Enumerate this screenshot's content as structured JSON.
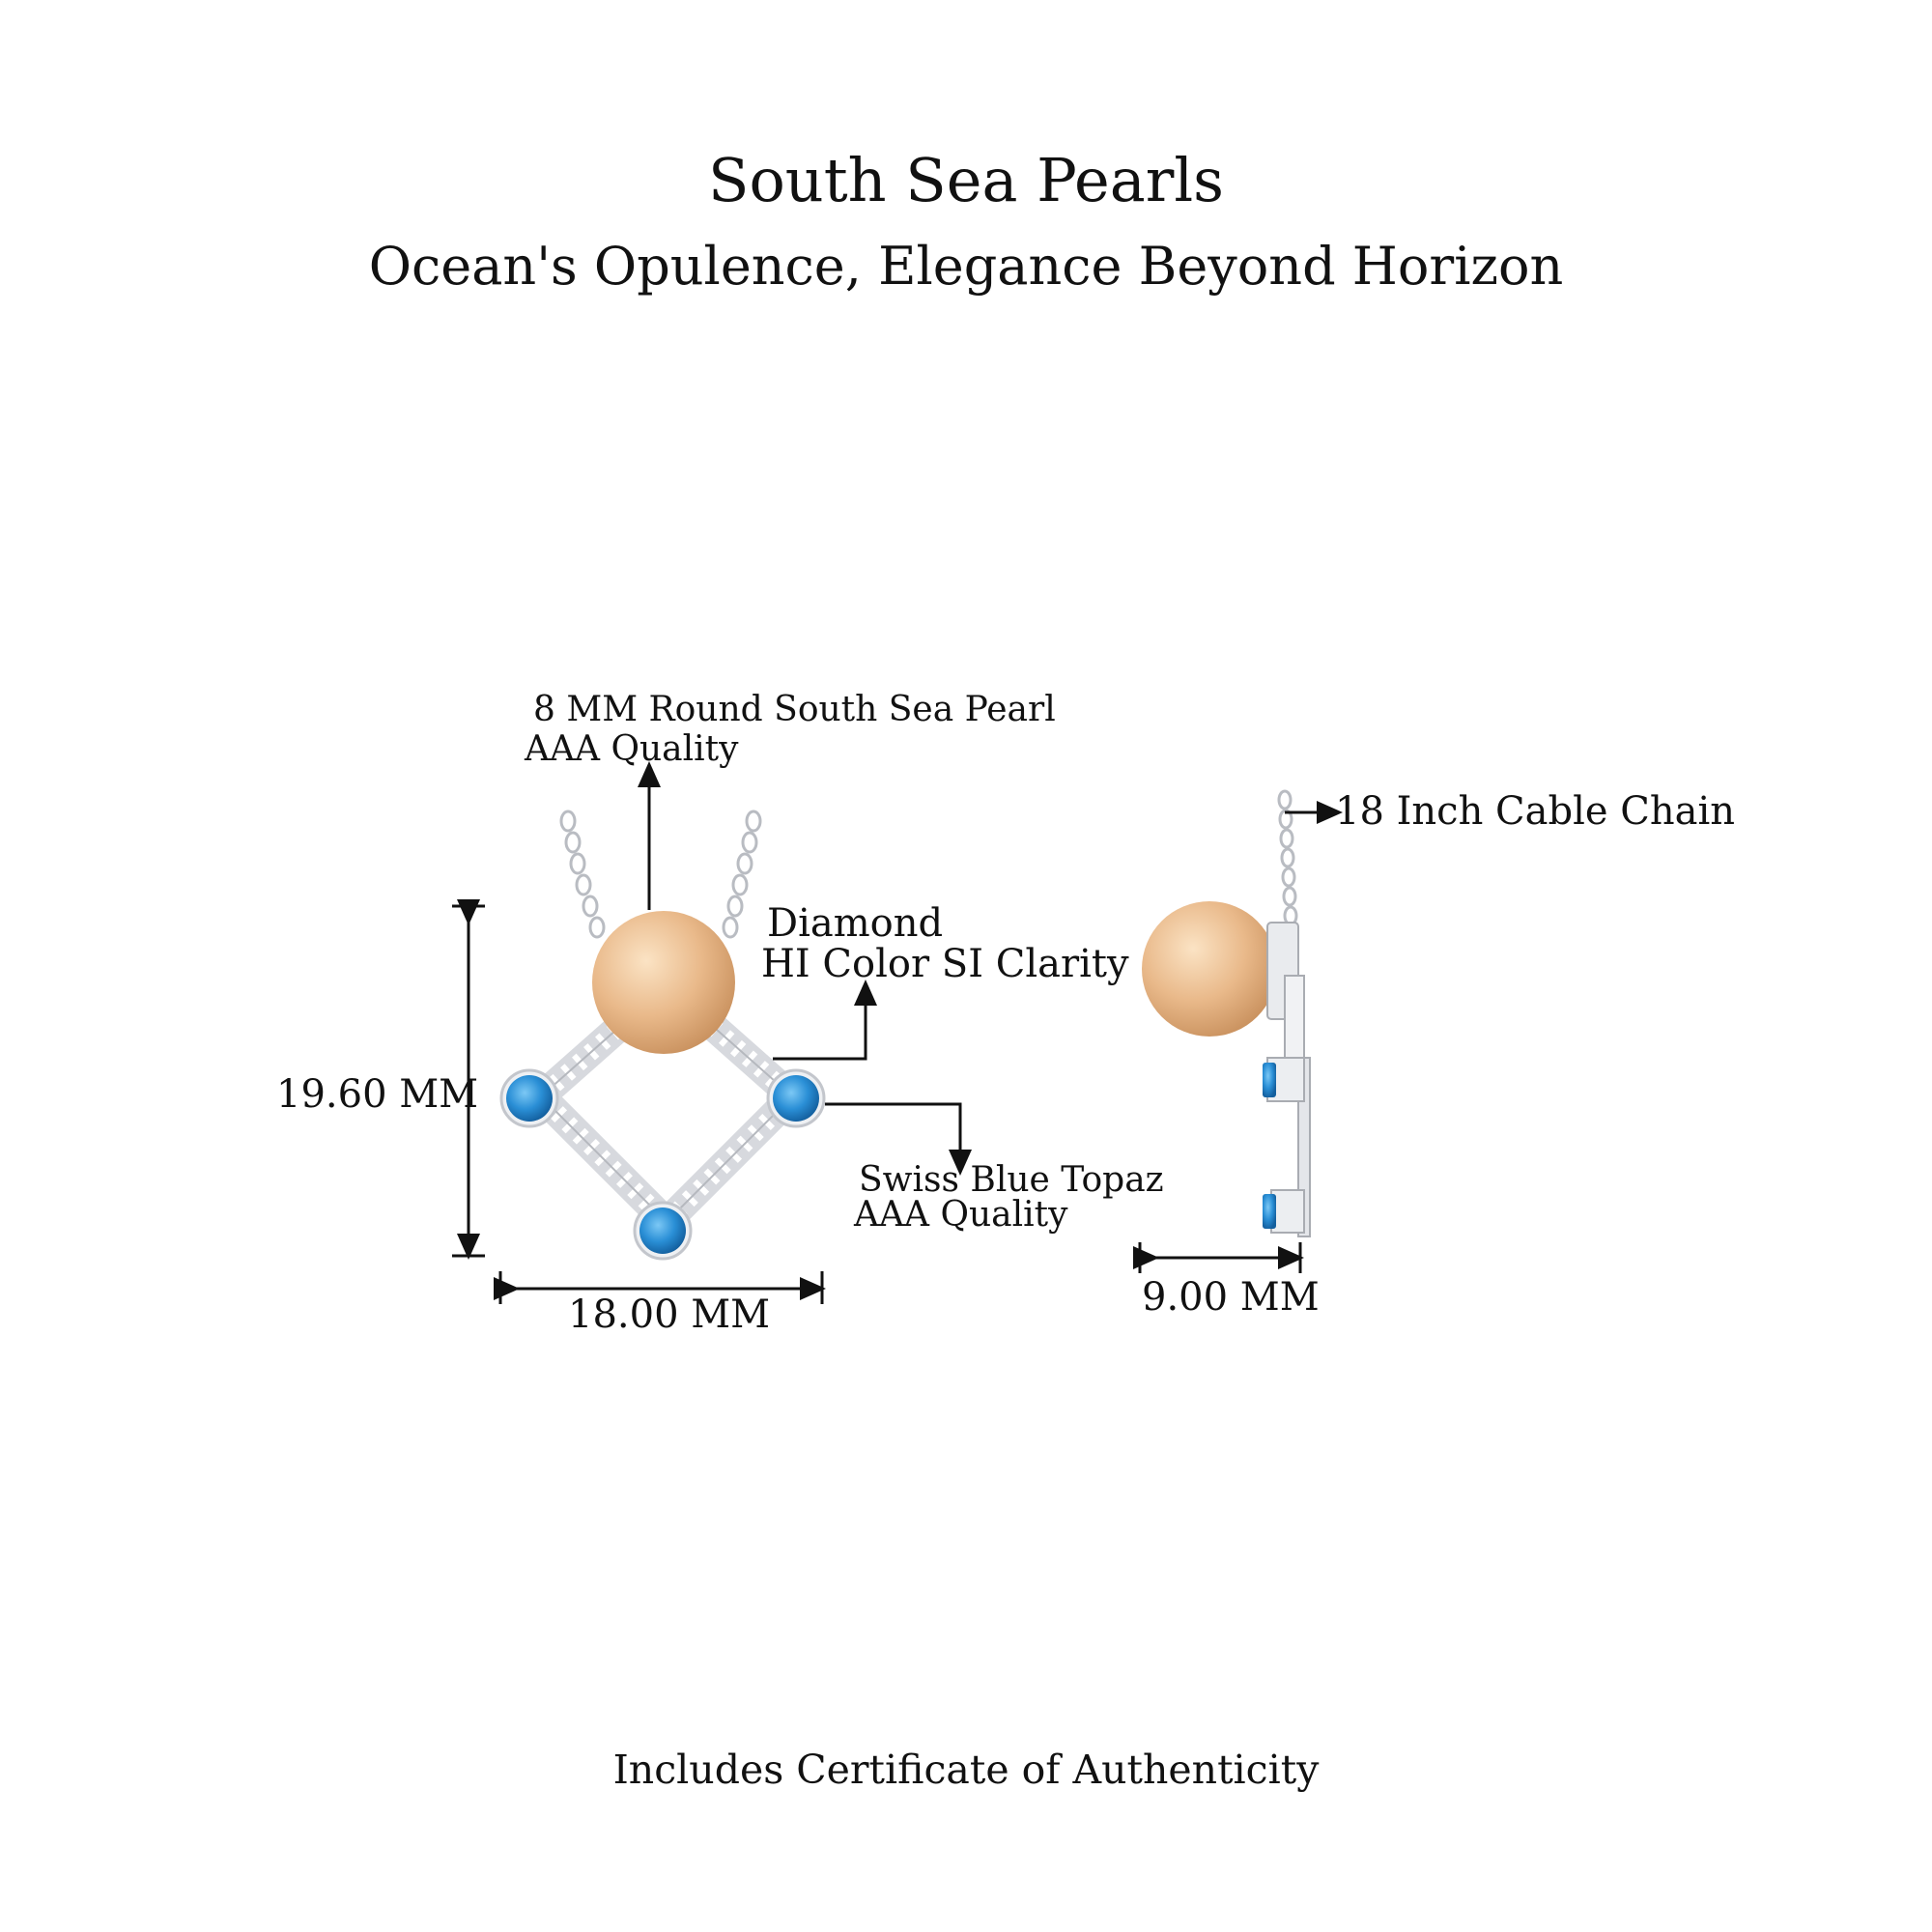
{
  "header": {
    "title": "South Sea Pearls",
    "subtitle": "Ocean's Opulence, Elegance Beyond Horizon"
  },
  "callouts": {
    "pearl_line1": "8 MM Round South Sea Pearl",
    "pearl_line2": "AAA Quality",
    "diamond_line1": "Diamond",
    "diamond_line2": "HI Color SI Clarity",
    "topaz_line1": "Swiss Blue Topaz",
    "topaz_line2": "AAA Quality",
    "chain": "18 Inch Cable Chain"
  },
  "dimensions": {
    "height": "19.60 MM",
    "width": "18.00 MM",
    "depth": "9.00 MM"
  },
  "footer": {
    "note": "Includes Certificate of Authenticity"
  },
  "colors": {
    "pearl": "#e9b98a",
    "topaz": "#2a8fd6",
    "metal": "#e4e6ea",
    "ink": "#111111"
  }
}
